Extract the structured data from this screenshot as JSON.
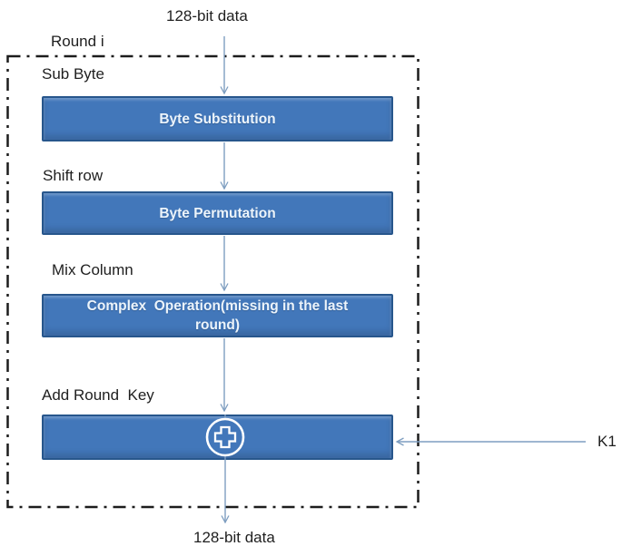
{
  "figure": {
    "title": "AES round structure diagram",
    "input_label": "128-bit data",
    "output_label": "128-bit data",
    "round_label": "Round i",
    "round_key_label": "K1",
    "steps": [
      {
        "label": "Sub Byte",
        "operation": "Byte Substitution"
      },
      {
        "label": "Shift row",
        "operation": "Byte Permutation"
      },
      {
        "label": "Mix Column",
        "operation": "Complex  Operation(missing in the last\nround)"
      },
      {
        "label": "Add Round  Key",
        "operation": "",
        "icon": "xor-circle-plus-icon"
      }
    ],
    "colors": {
      "box_fill": "#4277BA",
      "box_border": "#27568C",
      "box_text": "#ECF4FB",
      "arrow": "#7E9EC0",
      "dash_border": "#1C1C1C",
      "label_text": "#1F1F1F",
      "xor_stroke": "#FFFFFF"
    }
  }
}
